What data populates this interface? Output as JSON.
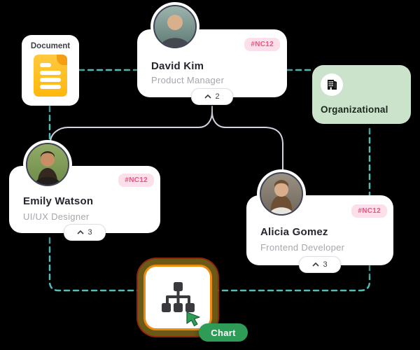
{
  "document_card": {
    "title": "Document"
  },
  "people": {
    "david": {
      "name": "David Kim",
      "role": "Product Manager",
      "badge": "#NC12",
      "children_count": "2"
    },
    "emily": {
      "name": "Emily Watson",
      "role": "UI/UX Designer",
      "badge": "#NC12",
      "children_count": "3"
    },
    "alicia": {
      "name": "Alicia Gomez",
      "role": "Frontend Developer",
      "badge": "#NC12",
      "children_count": "3"
    }
  },
  "hierarchy": {
    "root": "David Kim",
    "children": [
      "Emily Watson",
      "Alicia Gomez"
    ]
  },
  "organizational_card": {
    "label": "Organizational"
  },
  "chart_tool": {
    "label": "Chart"
  },
  "colors": {
    "background": "#000000",
    "teal_dash": "#55BDB7",
    "branch_line": "#D8D1E2",
    "badge_bg": "#FBDFEA",
    "badge_text": "#F2517C",
    "green_button": "#2E9B57",
    "org_card_bg": "#CBE2CB",
    "doc_yellow": "#FFBE17",
    "doc_fold": "#F59D13",
    "highlight_orange": "#EF8A10",
    "highlight_glow": "#6B5A16"
  }
}
